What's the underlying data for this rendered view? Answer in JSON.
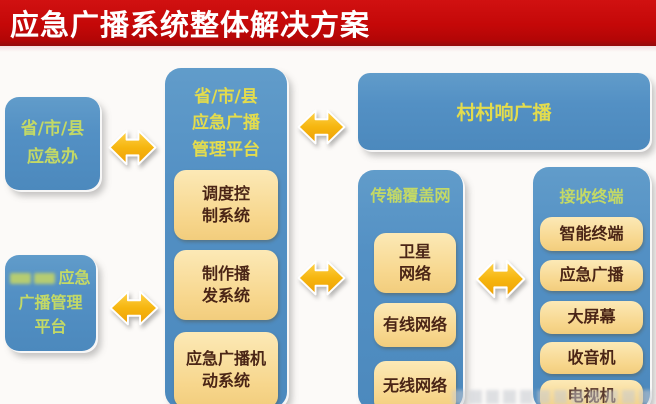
{
  "header": {
    "title": "应急广播系统整体解决方案"
  },
  "nodes": {
    "org_office": "省/市/县\n应急办",
    "left_platform": {
      "line1_suffix": "应急",
      "rest": "广播管理\n平台"
    },
    "village_broadcast": "村村响广播"
  },
  "platform": {
    "title": "省/市/县\n应急广播\n管理平台",
    "modules": [
      "调度控\n制系统",
      "制作播\n发系统",
      "应急广播机\n动系统"
    ]
  },
  "transmission": {
    "title": "传输覆盖网",
    "items": [
      "卫星\n网络",
      "有线网络",
      "无线网络"
    ]
  },
  "terminals": {
    "title": "接收终端",
    "items": [
      "智能终端",
      "应急广播",
      "大屏幕",
      "收音机",
      "电视机"
    ]
  },
  "colors": {
    "banner_red": "#c40808",
    "node_blue": "#5390c4",
    "module_yellow": "#f7d68c",
    "arrow_gold": "#f4b310",
    "green_yellow": "#c3d966",
    "title_yellow": "#e3dc4d",
    "module_text": "#4a2516"
  }
}
